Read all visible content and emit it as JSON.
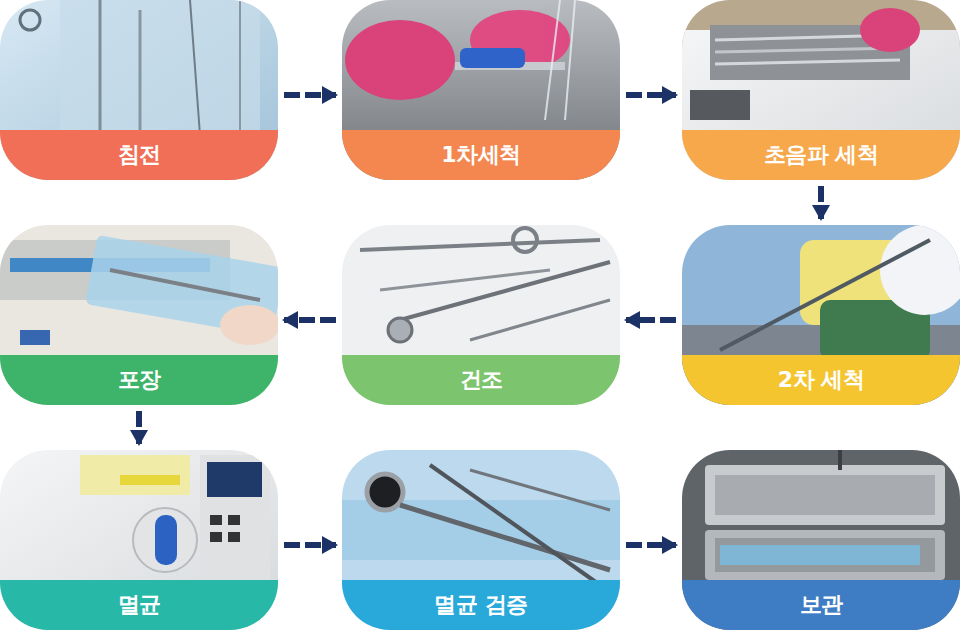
{
  "diagram": {
    "nodes": [
      {
        "text": [
          "침전"
        ]
      },
      {
        "text": [
          "1차세척"
        ]
      },
      {
        "text": [
          "초음파 세척"
        ]
      },
      {
        "text": [
          "2차 세척"
        ]
      },
      {
        "text": [
          "건조"
        ]
      },
      {
        "text": [
          "포장"
        ]
      },
      {
        "text": [
          "멸균"
        ]
      },
      {
        "text": [
          "멸균 검증"
        ]
      },
      {
        "text": [
          "보관"
        ]
      }
    ],
    "edges": [
      {
        "from": 0,
        "to": 1,
        "arrow": "to"
      },
      {
        "from": 1,
        "to": 2,
        "arrow": "to"
      },
      {
        "from": 2,
        "to": 3,
        "arrow": "to"
      },
      {
        "from": 3,
        "to": 4,
        "arrow": "to"
      },
      {
        "from": 4,
        "to": 5,
        "arrow": "to"
      },
      {
        "from": 5,
        "to": 6,
        "arrow": "to"
      },
      {
        "from": 6,
        "to": 7,
        "arrow": "to"
      },
      {
        "from": 7,
        "to": 8,
        "arrow": "to"
      }
    ]
  }
}
